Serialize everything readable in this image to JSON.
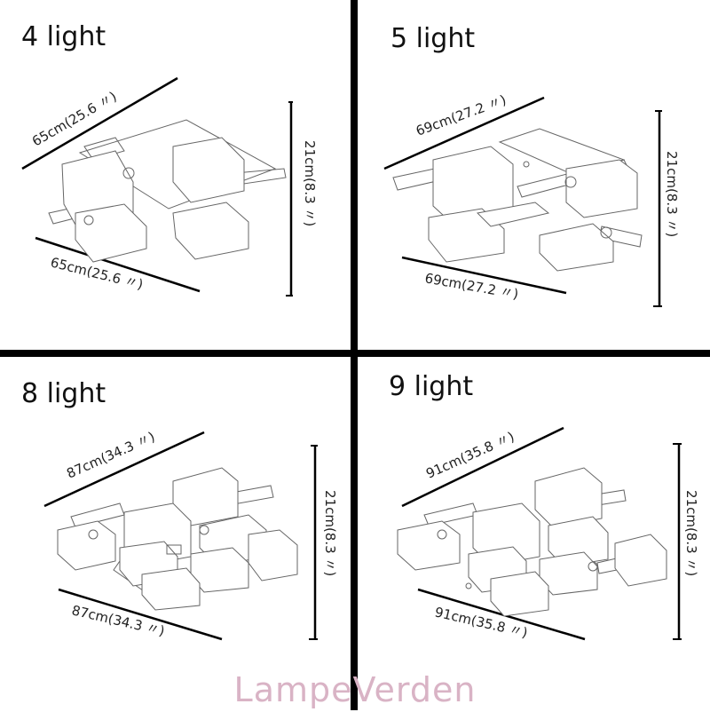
{
  "watermark": "LampeVerden",
  "colors": {
    "line": "#000000",
    "watermark": "#d9b3c5"
  },
  "panels": [
    {
      "id": "4-light",
      "title": "4 light",
      "width_label": "65cm(25.6 〃)",
      "depth_label": "65cm(25.6 〃)",
      "height_label": "21cm(8.3 〃)"
    },
    {
      "id": "5-light",
      "title": "5 light",
      "width_label": "69cm(27.2 〃)",
      "depth_label": "69cm(27.2 〃)",
      "height_label": "21cm(8.3 〃)"
    },
    {
      "id": "8-light",
      "title": "8 light",
      "width_label": "87cm(34.3 〃)",
      "depth_label": "87cm(34.3 〃)",
      "height_label": "21cm(8.3 〃)"
    },
    {
      "id": "9-light",
      "title": "9 light",
      "width_label": "91cm(35.8 〃)",
      "depth_label": "91cm(35.8 〃)",
      "height_label": "21cm(8.3 〃)"
    }
  ]
}
